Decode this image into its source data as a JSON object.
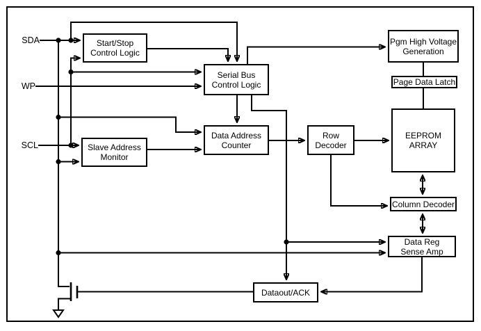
{
  "diagram": {
    "title": "Serial EEPROM functional block diagram",
    "colors": {
      "line": "#000000",
      "box_fill": "#ffffff",
      "background": "#ffffff",
      "text": "#000000"
    },
    "pins": [
      {
        "id": "sda",
        "label": "SDA"
      },
      {
        "id": "wp",
        "label": "WP"
      },
      {
        "id": "scl",
        "label": "SCL"
      }
    ],
    "blocks": [
      {
        "id": "start-stop-control-logic",
        "label": "Start/Stop\nControl Logic"
      },
      {
        "id": "serial-bus-control-logic",
        "label": "Serial Bus\nControl Logic"
      },
      {
        "id": "slave-address-monitor",
        "label": "Slave Address\nMonitor"
      },
      {
        "id": "data-address-counter",
        "label": "Data Address\nCounter"
      },
      {
        "id": "row-decoder",
        "label": "Row\nDecoder"
      },
      {
        "id": "pgm-high-voltage-generation",
        "label": "Pgm High Voltage\nGeneration"
      },
      {
        "id": "page-data-latch",
        "label": "Page Data Latch"
      },
      {
        "id": "eeprom-array",
        "label": "EEPROM\nARRAY"
      },
      {
        "id": "column-decoder",
        "label": "Column Decoder"
      },
      {
        "id": "data-reg-sense-amp",
        "label": "Data Reg\nSense Amp"
      },
      {
        "id": "dataout-ack",
        "label": "Dataout/ACK"
      }
    ],
    "symbols": [
      {
        "id": "output-mosfet",
        "label": "open-drain output transistor"
      },
      {
        "id": "ground",
        "label": "ground"
      }
    ]
  }
}
